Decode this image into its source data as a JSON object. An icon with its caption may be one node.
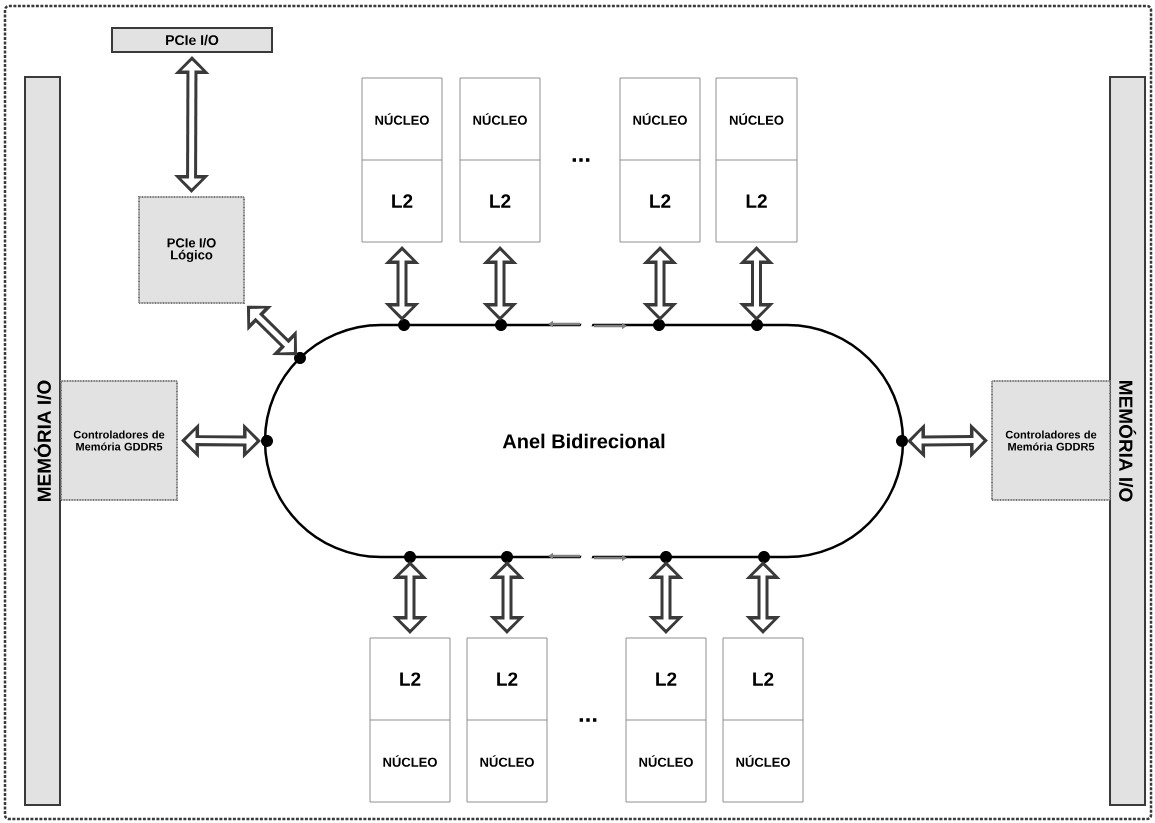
{
  "diagram": {
    "nodes": [
      {
        "text": [
          "PCIe I/O"
        ]
      },
      {
        "text": [
          "PCIe I/O Lógico"
        ]
      },
      {
        "text": [
          "MEMÓRIA I/O"
        ]
      },
      {
        "text": [
          "Controladores de Memória GDDR5"
        ]
      },
      {
        "text": [
          "Anel Bidirecional"
        ]
      },
      {
        "text": [
          "MEMÓRIA I/O"
        ]
      },
      {
        "text": [
          "Controladores de Memória GDDR5"
        ]
      },
      {
        "text": [
          "NÚCLEO",
          "L2"
        ]
      },
      {
        "text": [
          "NÚCLEO",
          "L2"
        ]
      },
      {
        "text": [
          "NÚCLEO",
          "L2"
        ]
      },
      {
        "text": [
          "NÚCLEO",
          "L2"
        ]
      },
      {
        "text": [
          "L2",
          "NÚCLEO"
        ]
      },
      {
        "text": [
          "L2",
          "NÚCLEO"
        ]
      },
      {
        "text": [
          "L2",
          "NÚCLEO"
        ]
      },
      {
        "text": [
          "L2",
          "NÚCLEO"
        ]
      }
    ],
    "edges": [
      {
        "from": 0,
        "to": 1,
        "arrow": "both"
      },
      {
        "from": 1,
        "to": 4,
        "arrow": "both"
      },
      {
        "from": 3,
        "to": 4,
        "arrow": "both"
      },
      {
        "from": 4,
        "to": 6,
        "arrow": "both"
      },
      {
        "from": 7,
        "to": 4,
        "arrow": "both"
      },
      {
        "from": 8,
        "to": 4,
        "arrow": "both"
      },
      {
        "from": 9,
        "to": 4,
        "arrow": "both"
      },
      {
        "from": 10,
        "to": 4,
        "arrow": "both"
      },
      {
        "from": 4,
        "to": 11,
        "arrow": "both"
      },
      {
        "from": 4,
        "to": 12,
        "arrow": "both"
      },
      {
        "from": 4,
        "to": 13,
        "arrow": "both"
      },
      {
        "from": 4,
        "to": 14,
        "arrow": "both"
      }
    ],
    "labels": [
      "...",
      "..."
    ]
  }
}
